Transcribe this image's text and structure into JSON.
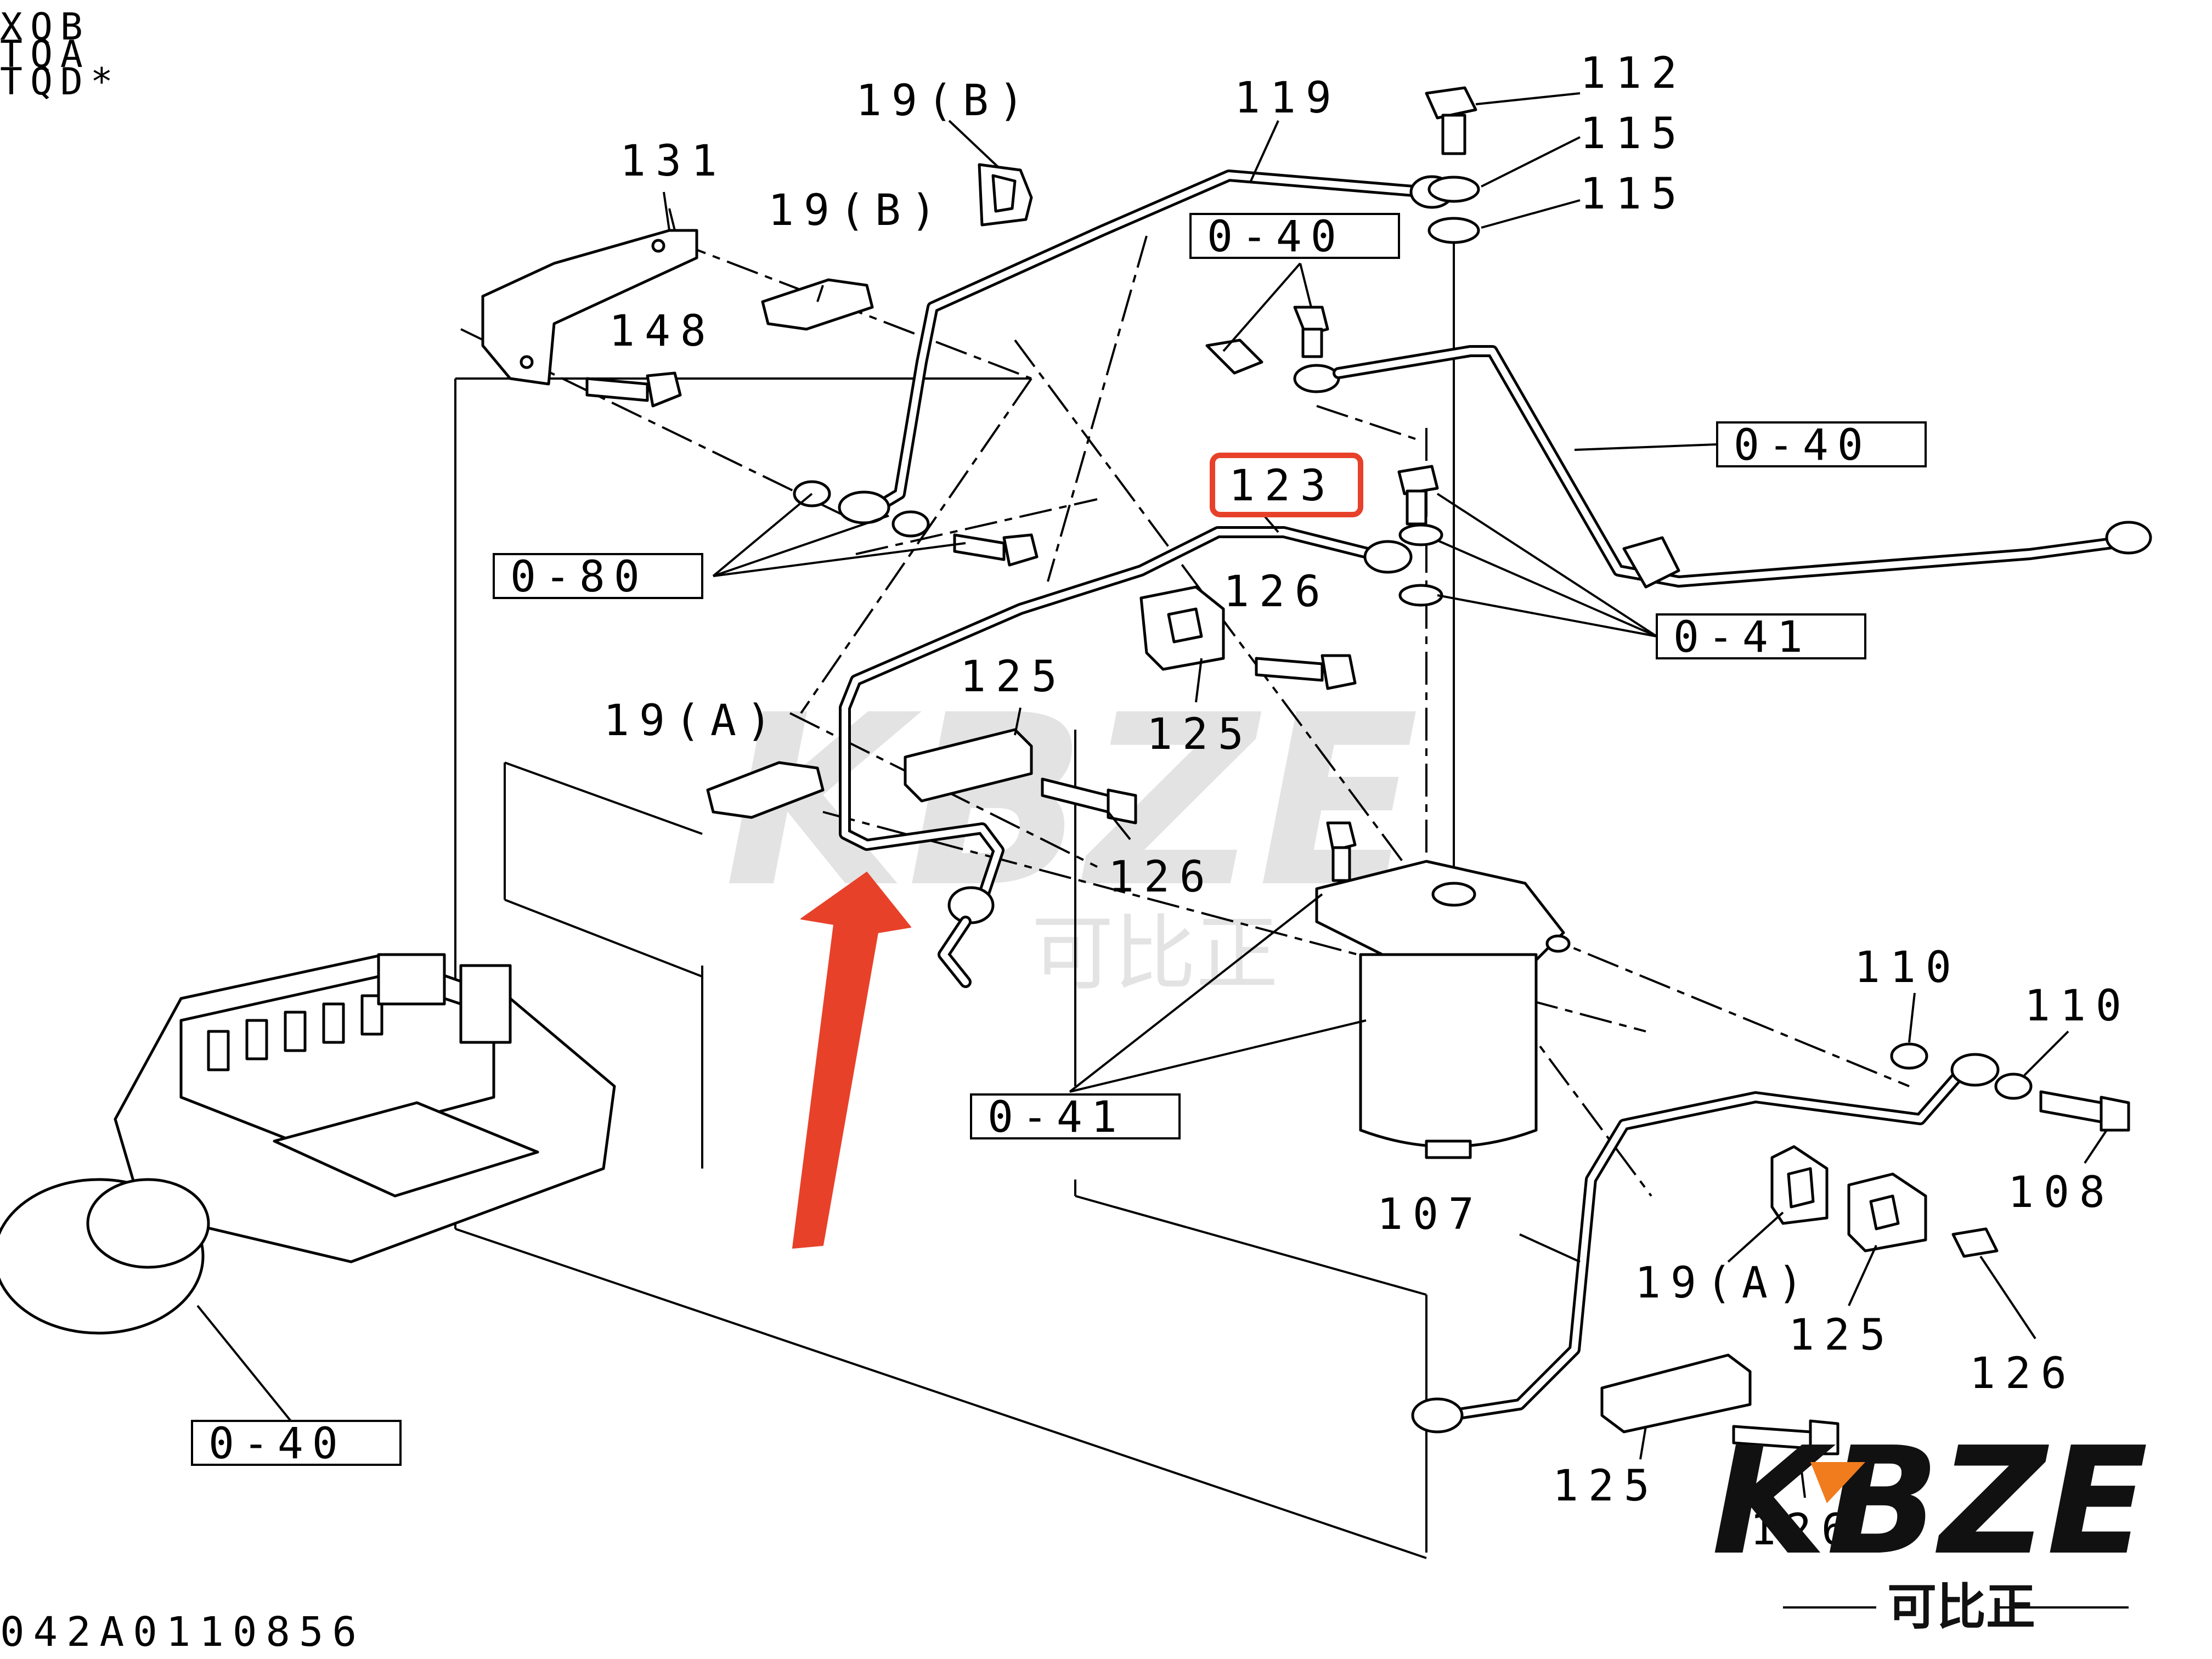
{
  "header": {
    "model_codes": [
      "XQB",
      "TQA",
      "TQD*"
    ]
  },
  "footer": {
    "drawing_number": "042A0110856"
  },
  "watermark": {
    "text": "KBZE",
    "subtext": "可比正"
  },
  "logo": {
    "text": "KBZE",
    "subtext": "可比正",
    "accent_color": "#f07c1e",
    "text_color": "#111111"
  },
  "highlight": {
    "part": "123",
    "color": "#e8412a"
  },
  "part_labels": {
    "p112": "112",
    "p115a": "115",
    "p115b": "115",
    "p119": "119",
    "p19b_a": "19(B)",
    "p19b_b": "19(B)",
    "p131": "131",
    "p148": "148",
    "p123": "123",
    "p126a": "126",
    "p125a": "125",
    "p125b": "125",
    "p19a_a": "19(A)",
    "p126b": "126",
    "p110a": "110",
    "p110b": "110",
    "p108": "108",
    "p107": "107",
    "p19a_b": "19(A)",
    "p125c": "125",
    "p126c": "126",
    "p125d": "125",
    "p126d": "126"
  },
  "reference_boxes": {
    "r040a": "0-40",
    "r040b": "0-40",
    "r080": "0-80",
    "r041a": "0-41",
    "r041b": "0-41",
    "r040c": "0-40"
  }
}
